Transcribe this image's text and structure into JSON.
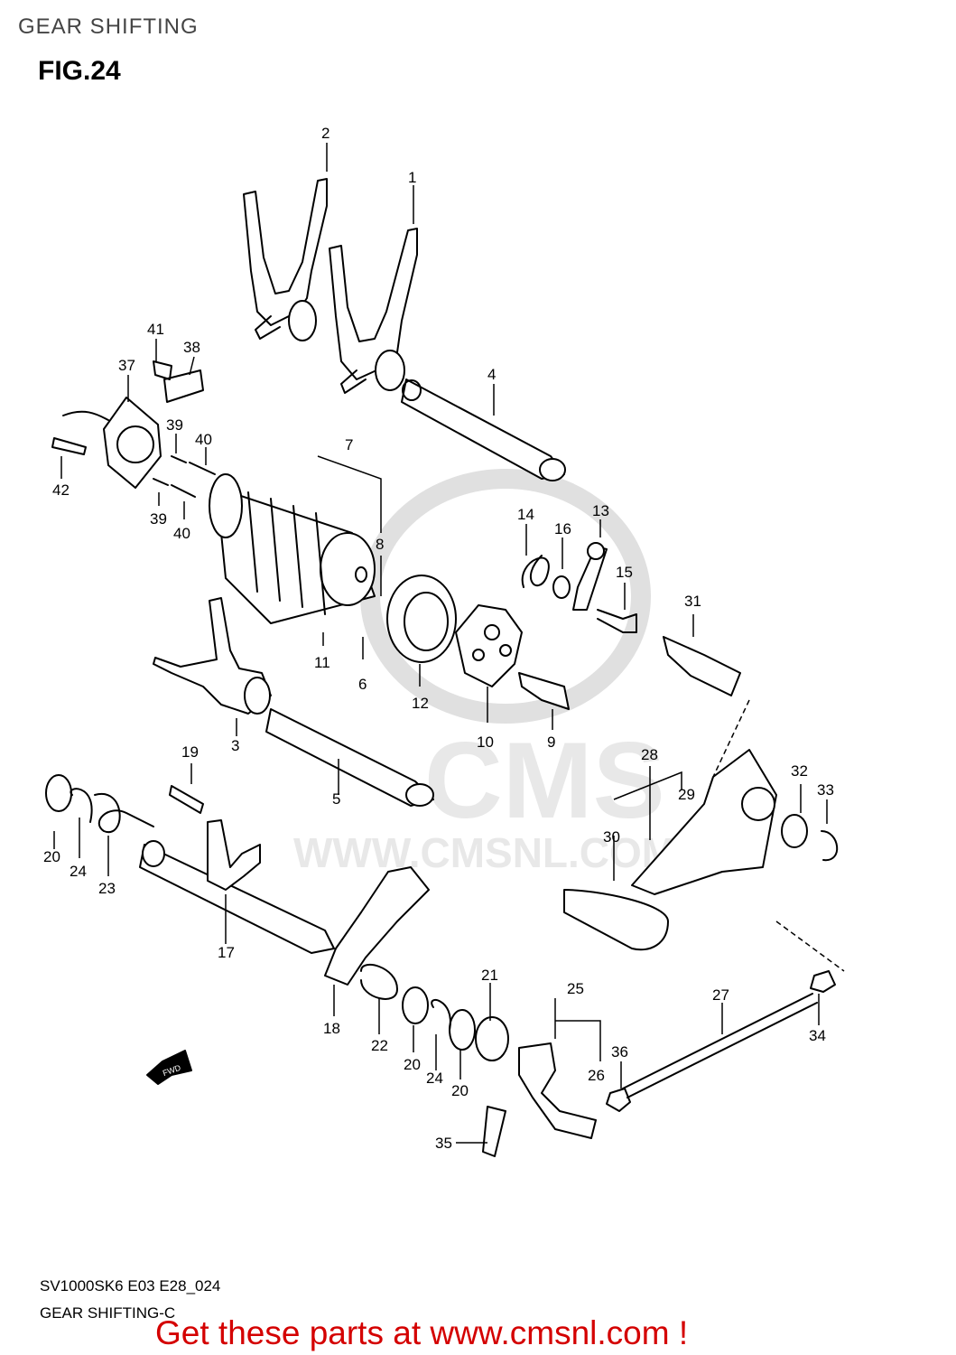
{
  "header": {
    "title": "GEAR SHIFTING",
    "figure": "FIG.24"
  },
  "watermark": {
    "brand": "CMS",
    "url": "WWW.CMSNL.COM"
  },
  "callouts": {
    "p1": "1",
    "p2": "2",
    "p3": "3",
    "p4": "4",
    "p5": "5",
    "p6": "6",
    "p7": "7",
    "p8": "8",
    "p9": "9",
    "p10": "10",
    "p11": "11",
    "p12": "12",
    "p13": "13",
    "p14": "14",
    "p15": "15",
    "p16": "16",
    "p17": "17",
    "p18": "18",
    "p19": "19",
    "p20a": "20",
    "p20b": "20",
    "p20c": "20",
    "p21": "21",
    "p22": "22",
    "p23": "23",
    "p24a": "24",
    "p24b": "24",
    "p25": "25",
    "p26": "26",
    "p27": "27",
    "p28": "28",
    "p29": "29",
    "p30": "30",
    "p31": "31",
    "p32": "32",
    "p33": "33",
    "p34": "34",
    "p35": "35",
    "p36": "36",
    "p37": "37",
    "p38": "38",
    "p39a": "39",
    "p39b": "39",
    "p40a": "40",
    "p40b": "40",
    "p41": "41",
    "p42": "42"
  },
  "fwd_label": "FWD",
  "footer": {
    "model_code": "SV1000SK6 E03 E28_024",
    "section": "GEAR SHIFTING-C",
    "promo": "Get these parts at www.cmsnl.com !"
  },
  "colors": {
    "promo": "#d40000",
    "line": "#000000",
    "watermark": "#e6e6e6"
  }
}
